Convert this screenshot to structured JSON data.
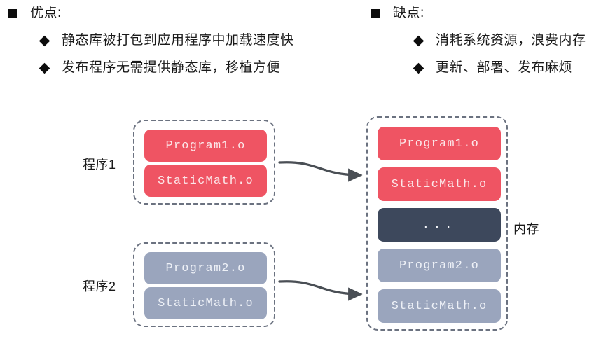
{
  "columns": {
    "left": {
      "heading": "优点:",
      "heading_bullet": "square-bullet",
      "items": [
        "静态库被打包到应用程序中加载速度快",
        "发布程序无需提供静态库，移植方便"
      ]
    },
    "right": {
      "heading": "缺点:",
      "heading_bullet": "square-bullet",
      "items": [
        "消耗系统资源，浪费内存",
        "更新、部署、发布麻烦"
      ]
    }
  },
  "diagram": {
    "program_groups": [
      {
        "label": "程序1",
        "modules": [
          {
            "text": "Program1.o",
            "color": "#ef5463"
          },
          {
            "text": "StaticMath.o",
            "color": "#ef5463"
          }
        ]
      },
      {
        "label": "程序2",
        "modules": [
          {
            "text": "Program2.o",
            "color": "#9aa5bd"
          },
          {
            "text": "StaticMath.o",
            "color": "#9aa5bd"
          }
        ]
      }
    ],
    "memory": {
      "label": "内存",
      "modules": [
        {
          "text": "Program1.o",
          "color": "#ef5463"
        },
        {
          "text": "StaticMath.o",
          "color": "#ef5463"
        },
        {
          "text": "...",
          "color": "#3d485c"
        },
        {
          "text": "Program2.o",
          "color": "#9aa5bd"
        },
        {
          "text": "StaticMath.o",
          "color": "#9aa5bd"
        }
      ]
    },
    "arrows": [
      {
        "from": "program-group-1",
        "to": "memory-staticmath-1"
      },
      {
        "from": "program-group-2",
        "to": "memory-staticmath-2"
      }
    ]
  },
  "colors": {
    "red": "#ef5463",
    "blue": "#9aa5bd",
    "dark": "#3d485c",
    "dash_border": "#6b7280",
    "arrow": "#4a4f55",
    "text": "#1a1a1a"
  }
}
